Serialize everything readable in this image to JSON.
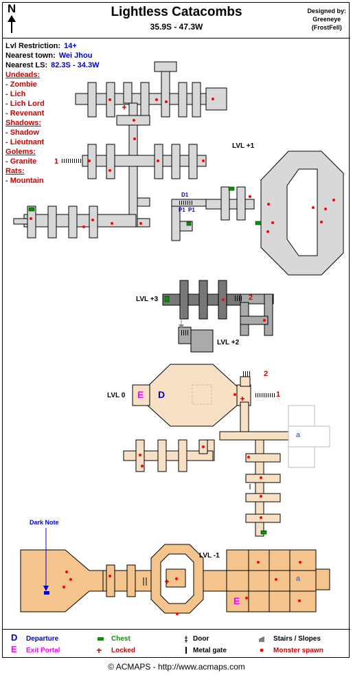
{
  "header": {
    "compass_letter": "N",
    "title": "Lightless Catacombs",
    "coordinates": "35.9S - 47.3W",
    "designer_line1": "Designed by:",
    "designer_line2": "Greeneye",
    "designer_line3": "(FrostFell)"
  },
  "info": {
    "level_label": "Lvl Restriction:",
    "level_value": "14+",
    "town_label": "Nearest town:",
    "town_value": "Wei Jhou",
    "ls_label": "Nearest LS:",
    "ls_value": "82.3S - 34.3W"
  },
  "monsters": {
    "cat1": "Undeads:",
    "m1": "- Zombie",
    "m2": "- Lich",
    "m3": "- Lich Lord",
    "m4": "- Revenant",
    "cat2": "Shadows:",
    "m5": "- Shadow",
    "m6": "- Lieutnant",
    "cat3": "Golems:",
    "m7": "- Granite",
    "cat4": "Rats:",
    "m8": "- Mountain"
  },
  "levels": {
    "plus1": "LVL +1",
    "plus3": "LVL +3",
    "plus2": "LVL +2",
    "zero": "LVL 0",
    "minus1": "LVL -1"
  },
  "markers": {
    "d1": "D1",
    "p1a": "P1",
    "p1b": "P1",
    "conn1_top": "1",
    "conn2_mid": "2",
    "conn2_l0": "2",
    "conn1_l0": "1",
    "a_l0": "a",
    "a_lm1": "a",
    "departure_letter": "D",
    "exit_letter_l0": "E",
    "exit_letter_lm1": "E",
    "dark_note": "Dark Note"
  },
  "legend": {
    "departure_letter": "D",
    "departure_label": "Departure",
    "exit_letter": "E",
    "exit_label": "Exit Portal",
    "chest_label": "Chest",
    "locked_label": "Locked",
    "door_label": "Door",
    "gate_label": "Metal gate",
    "stairs_label": "Stairs / Slopes",
    "spawn_label": "Monster spawn"
  },
  "footer": "© ACMAPS - http://www.acmaps.com",
  "colors": {
    "level_upper_fill": "#d8d8d8",
    "level_plus3_fill": "#777777",
    "level_zero_fill": "#f8e0c4",
    "level_minus1_fill": "#f4c48c",
    "spawn": "#ff0000",
    "chest": "#009900",
    "departure": "#0000cc",
    "exit": "#ff00ff",
    "info_value": "#0000cc",
    "monster_text": "#cc0000"
  }
}
